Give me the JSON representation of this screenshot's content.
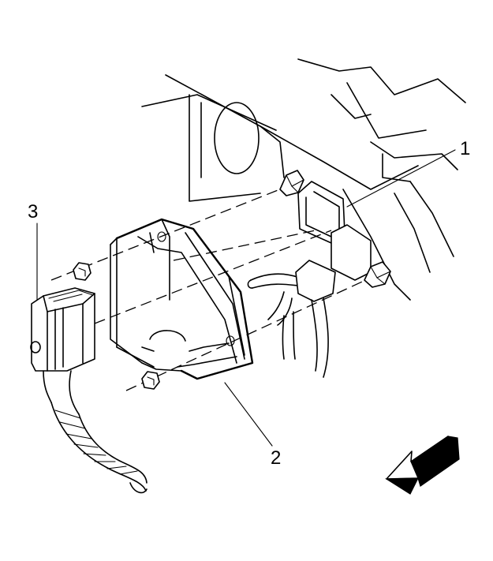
{
  "diagram": {
    "callouts": [
      {
        "id": "1",
        "label": "1"
      },
      {
        "id": "2",
        "label": "2"
      },
      {
        "id": "3",
        "label": "3"
      }
    ],
    "icons": {
      "direction": "front-of-vehicle-arrow-icon",
      "fastener": "bolt-icon",
      "nut": "nut-icon"
    },
    "colors": {
      "ink": "#000000",
      "paper": "#ffffff"
    }
  }
}
